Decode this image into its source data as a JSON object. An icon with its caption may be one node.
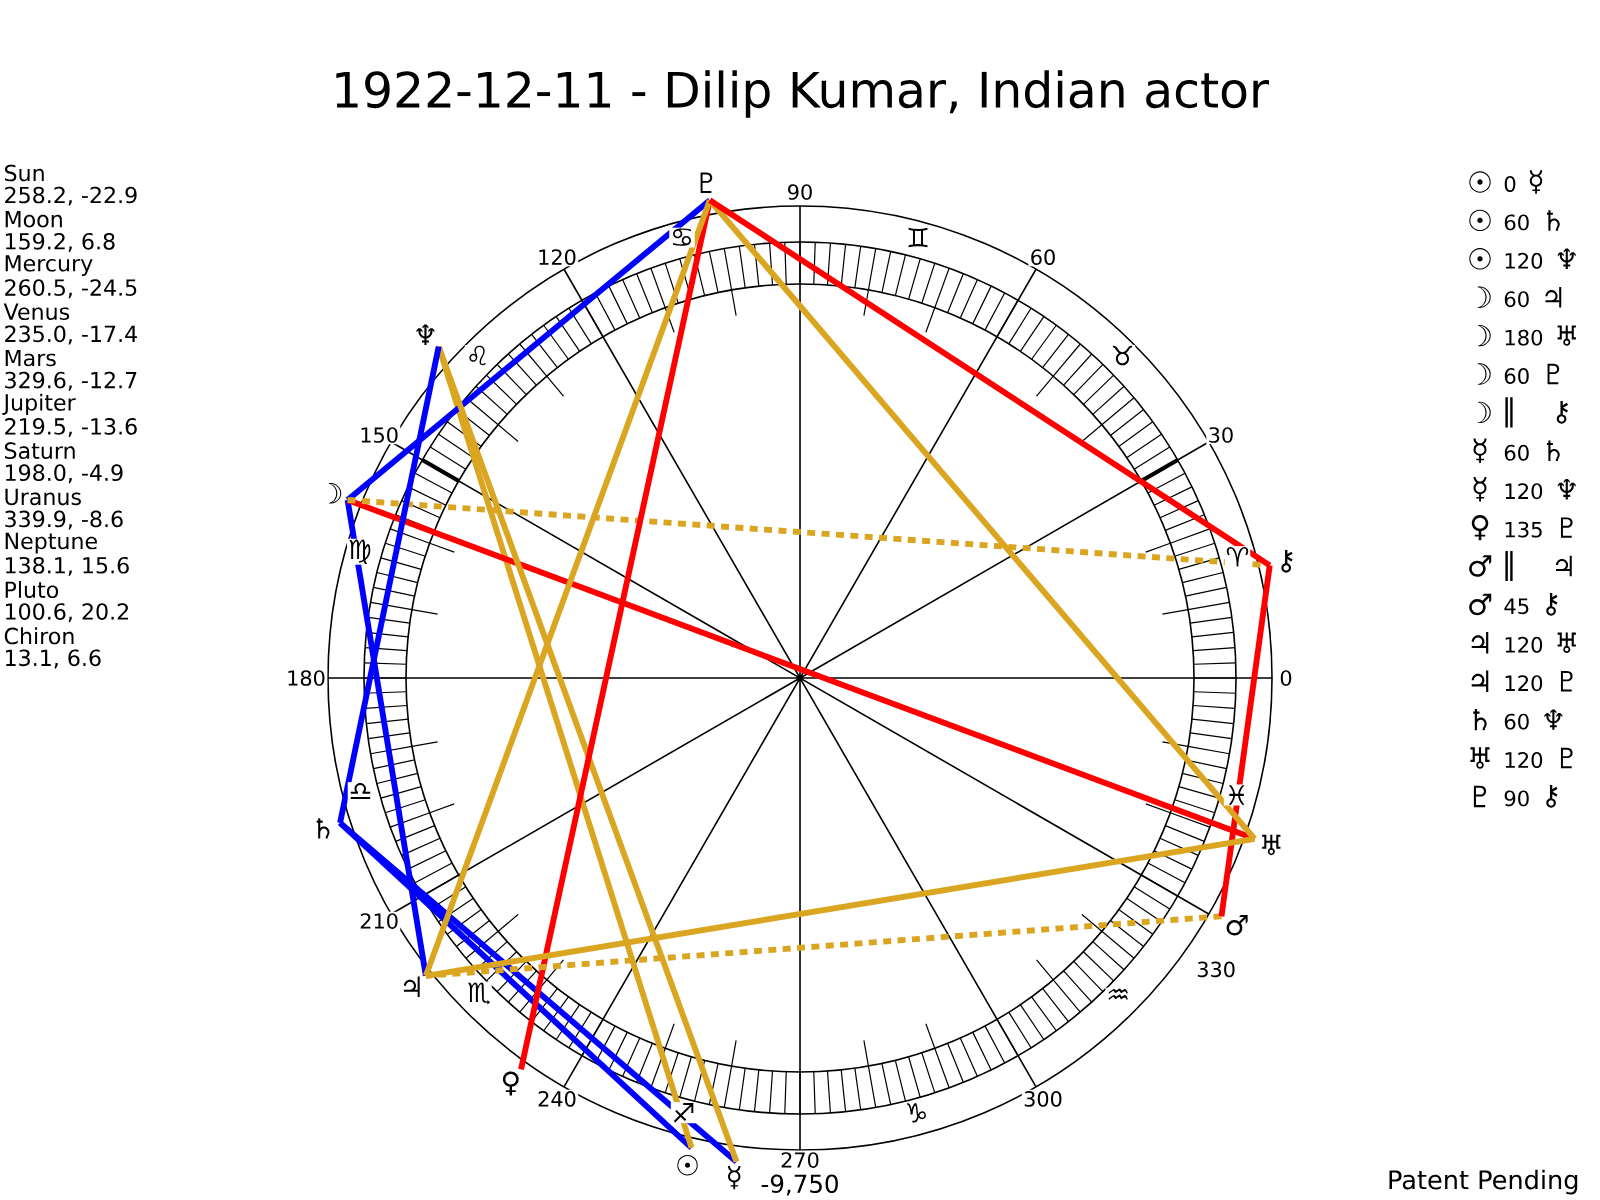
{
  "diagram": {
    "title": "1922-12-11 - Dilip Kumar, Indian actor",
    "nodes": [
      {
        "text": [
          "☉"
        ]
      },
      {
        "text": [
          "☽"
        ]
      },
      {
        "text": [
          "☿"
        ]
      },
      {
        "text": [
          "♀"
        ]
      },
      {
        "text": [
          "♂"
        ]
      },
      {
        "text": [
          "♃"
        ]
      },
      {
        "text": [
          "♄"
        ]
      },
      {
        "text": [
          "♅"
        ]
      },
      {
        "text": [
          "♆"
        ]
      },
      {
        "text": [
          "♇"
        ]
      },
      {
        "text": [
          "⚷"
        ]
      }
    ],
    "edges": [
      {
        "from": 0,
        "to": 6,
        "arrow": "none",
        "color": "#0000ff"
      },
      {
        "from": 0,
        "to": 8,
        "arrow": "none",
        "color": "#daa520"
      },
      {
        "from": 1,
        "to": 5,
        "arrow": "none",
        "color": "#0000ff"
      },
      {
        "from": 1,
        "to": 7,
        "arrow": "none",
        "color": "#ff0000"
      },
      {
        "from": 1,
        "to": 9,
        "arrow": "none",
        "color": "#0000ff"
      },
      {
        "from": 1,
        "to": 10,
        "arrow": "none",
        "style": "dashed",
        "color": "#daa520"
      },
      {
        "from": 2,
        "to": 6,
        "arrow": "none",
        "color": "#0000ff"
      },
      {
        "from": 2,
        "to": 8,
        "arrow": "none",
        "color": "#daa520"
      },
      {
        "from": 3,
        "to": 9,
        "arrow": "none",
        "color": "#ff0000"
      },
      {
        "from": 4,
        "to": 5,
        "arrow": "none",
        "style": "dashed",
        "color": "#daa520"
      },
      {
        "from": 4,
        "to": 10,
        "arrow": "none",
        "color": "#ff0000"
      },
      {
        "from": 5,
        "to": 7,
        "arrow": "none",
        "color": "#daa520"
      },
      {
        "from": 5,
        "to": 9,
        "arrow": "none",
        "color": "#daa520"
      },
      {
        "from": 6,
        "to": 8,
        "arrow": "none",
        "color": "#0000ff"
      },
      {
        "from": 7,
        "to": 9,
        "arrow": "none",
        "color": "#daa520"
      },
      {
        "from": 9,
        "to": 10,
        "arrow": "none",
        "color": "#ff0000"
      }
    ],
    "labels": [
      "Sun",
      "258.2, -22.9",
      "Moon",
      "159.2, 6.8",
      "Mercury",
      "260.5, -24.5",
      "Venus",
      "235.0, -17.4",
      "Mars",
      "329.6, -12.7",
      "Jupiter",
      "219.5, -13.6",
      "Saturn",
      "198.0, -4.9",
      "Uranus",
      "339.9, -8.6",
      "Neptune",
      "138.1, 15.6",
      "Pluto",
      "100.6, 20.2",
      "Chiron",
      "13.1, 6.6",
      "90",
      "120",
      "60",
      "150",
      "30",
      "180",
      "0",
      "210",
      "330",
      "240",
      "300",
      "270",
      "♋",
      "♊",
      "♌",
      "♉",
      "♍",
      "♈",
      "♎",
      "♓",
      "♏",
      "♒",
      "♐",
      "♑",
      "☉",
      "0",
      "☿",
      "☉",
      "60",
      "♄",
      "☉",
      "120",
      "♆",
      "☽",
      "60",
      "♃",
      "☽",
      "180",
      "♅",
      "☽",
      "60",
      "♇",
      "☽",
      "∥",
      "⚷",
      "☿",
      "60",
      "♄",
      "☿",
      "120",
      "♆",
      "♀",
      "135",
      "♇",
      "♂",
      "∥",
      "♃",
      "♂",
      "45",
      "⚷",
      "♃",
      "120",
      "♅",
      "♃",
      "120",
      "♇",
      "♄",
      "60",
      "♆",
      "♅",
      "120",
      "♇",
      "♇",
      "90",
      "⚷",
      "-9,750",
      "Patent Pending"
    ]
  }
}
